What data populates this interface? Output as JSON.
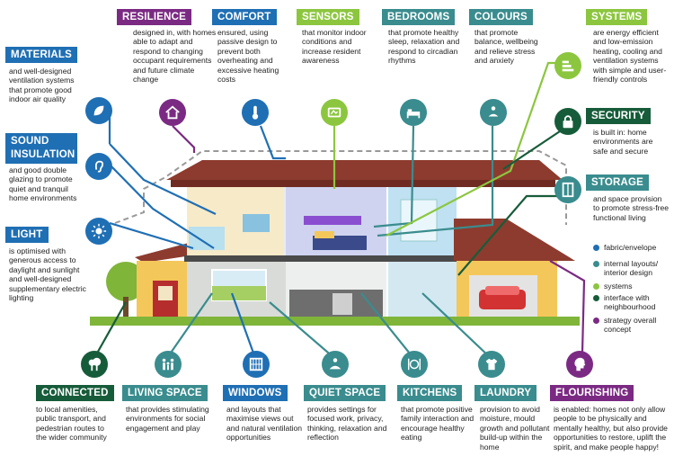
{
  "colors": {
    "blue": "#1f6fb4",
    "purple": "#7b2a83",
    "green": "#8cc63f",
    "teal": "#3a8c8e",
    "dark_green": "#175c3a",
    "dark_teal": "#2e7d7f"
  },
  "top": {
    "resilience": {
      "title": "RESILIENCE",
      "text": "designed in, with homes able to adapt and respond to changing occupant requirements and future climate change"
    },
    "comfort": {
      "title": "COMFORT",
      "text": "ensured, using passive design to prevent both overheating and excessive heating costs"
    },
    "sensors": {
      "title": "SENSORS",
      "text": "that monitor indoor conditions and increase resident awareness"
    },
    "bedrooms": {
      "title": "BEDROOMS",
      "text": "that promote healthy sleep, relaxation and respond to circadian rhythms"
    },
    "colours": {
      "title": "COLOURS",
      "text": "that promote balance, wellbeing and relieve stress and anxiety"
    },
    "systems": {
      "title": "SYSTEMS",
      "text": "are energy efficient and low-emission heating, cooling and ventilation systems with simple and user-friendly controls"
    }
  },
  "left": {
    "materials": {
      "title": "MATERIALS",
      "text": "and well-designed ventilation systems that promote good indoor air quality"
    },
    "sound": {
      "title": "SOUND INSULATION",
      "text": "and good double glazing to promote quiet and tranquil home environments"
    },
    "light": {
      "title": "LIGHT",
      "text": "is optimised with generous access to daylight and sunlight and well-designed supplementary electric lighting"
    }
  },
  "right": {
    "security": {
      "title": "SECURITY",
      "text": "is built in: home environments are safe and secure"
    },
    "storage": {
      "title": "STORAGE",
      "text": "and space provision to promote stress-free functional living"
    }
  },
  "legend": [
    {
      "label": "fabric/envelope",
      "color": "#1f6fb4"
    },
    {
      "label": "internal layouts/ interior design",
      "color": "#3a8c8e"
    },
    {
      "label": "systems",
      "color": "#8cc63f"
    },
    {
      "label": "interface with neighbourhood",
      "color": "#175c3a"
    },
    {
      "label": "strategy overall concept",
      "color": "#7b2a83"
    }
  ],
  "bottom": {
    "connected": {
      "title": "CONNECTED",
      "text": "to local amenities, public transport, and pedestrian routes to the wider community"
    },
    "living": {
      "title": "LIVING SPACE",
      "text": "that provides stimulating environments for social engagement and play"
    },
    "windows": {
      "title": "WINDOWS",
      "text": "and layouts that maximise views out and natural ventilation opportunities"
    },
    "quiet": {
      "title": "QUIET SPACE",
      "text": "provides settings for focused work, privacy, thinking, relaxation and reflection"
    },
    "kitchens": {
      "title": "KITCHENS",
      "text": "that promote positive family interaction and encourage healthy eating"
    },
    "laundry": {
      "title": "LAUNDRY",
      "text": "provision to avoid moisture, mould growth and pollutant build-up within the home"
    },
    "flourishing": {
      "title": "FLOURISHING",
      "text": "is enabled: homes not only allow people to be physically and mentally healthy, but also provide opportunities to restore, uplift the spirit, and make people happy!"
    }
  }
}
